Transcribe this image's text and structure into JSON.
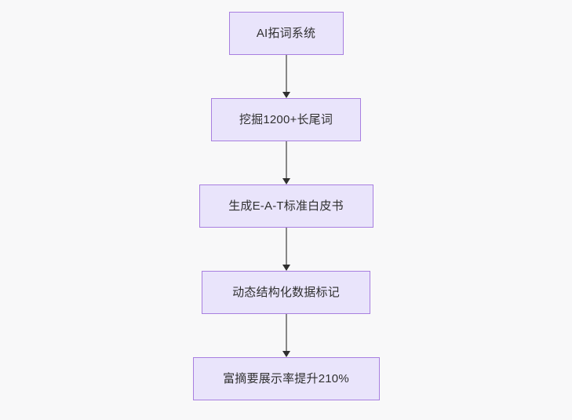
{
  "diagram": {
    "type": "flowchart",
    "orientation": "top-to-bottom",
    "background_color": "#f8f8f9",
    "node_fill_color": "#e9e4fb",
    "node_border_color": "#a87fe0",
    "node_text_color": "#303030",
    "connector_line_color": "#888888",
    "connector_arrow_color": "#2f2f2f",
    "nodes": [
      {
        "id": "node-1",
        "label": "AI拓词系统"
      },
      {
        "id": "node-2",
        "label": "挖掘1200+长尾词"
      },
      {
        "id": "node-3",
        "label": "生成E-A-T标准白皮书"
      },
      {
        "id": "node-4",
        "label": "动态结构化数据标记"
      },
      {
        "id": "node-5",
        "label": "富摘要展示率提升210%"
      }
    ],
    "edges": [
      {
        "id": "edge-1",
        "from": "node-1",
        "to": "node-2",
        "arrow": "down-arrow"
      },
      {
        "id": "edge-2",
        "from": "node-2",
        "to": "node-3",
        "arrow": "down-arrow"
      },
      {
        "id": "edge-3",
        "from": "node-3",
        "to": "node-4",
        "arrow": "down-arrow"
      },
      {
        "id": "edge-4",
        "from": "node-4",
        "to": "node-5",
        "arrow": "down-arrow"
      }
    ]
  }
}
